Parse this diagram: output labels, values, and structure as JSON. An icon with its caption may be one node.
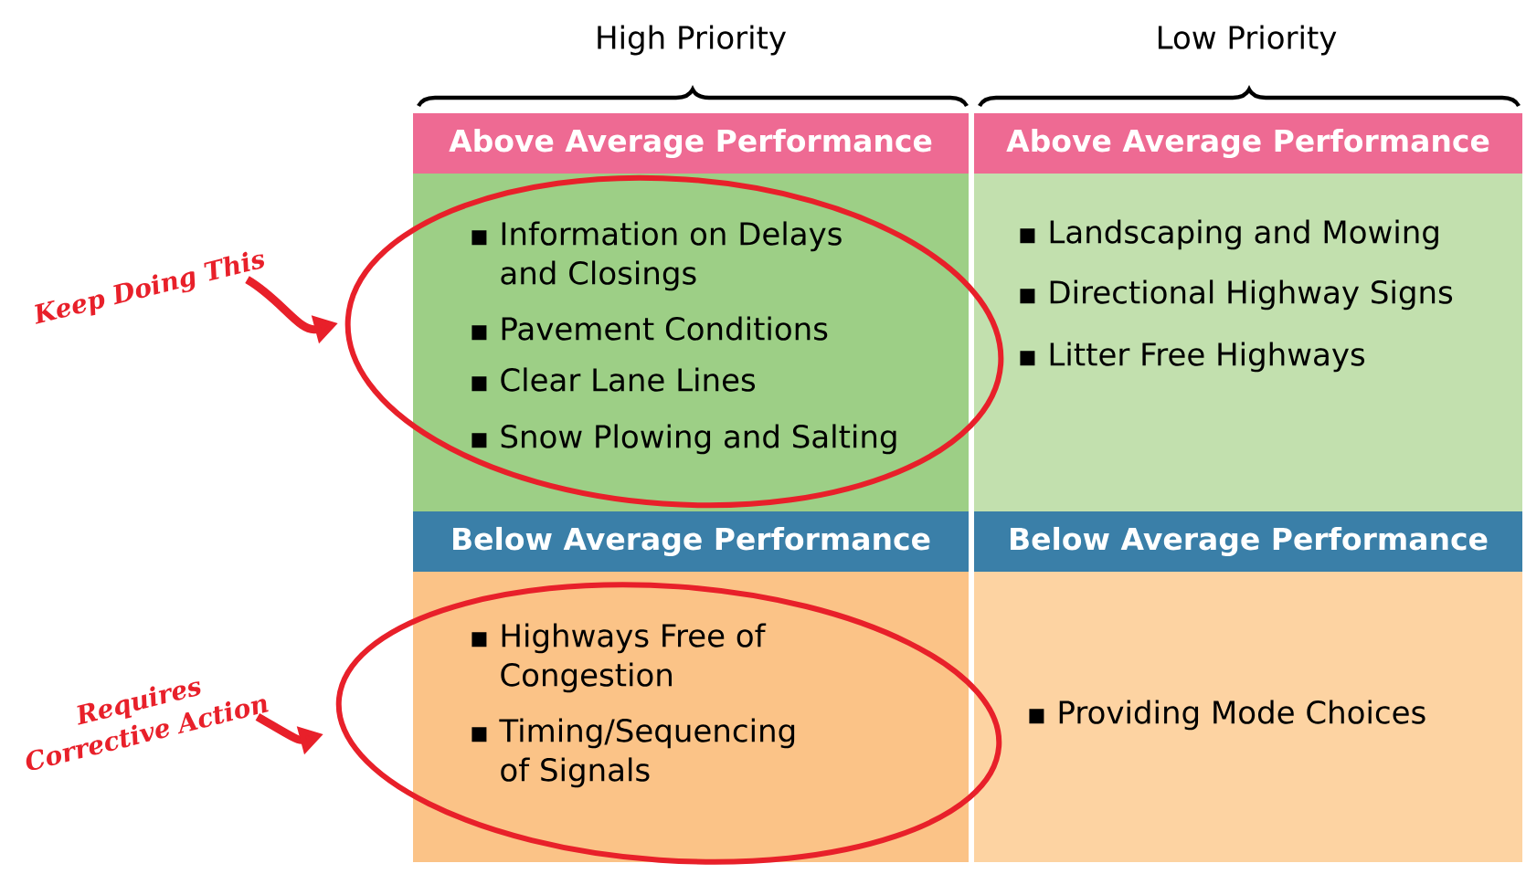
{
  "diagram": {
    "nodes": [
      {
        "text": [
          "Above Average Performance",
          "Information on Delays and Closings",
          "Pavement Conditions",
          "Clear Lane Lines",
          "Snow Plowing and Salting"
        ]
      },
      {
        "text": [
          "Above Average Performance",
          "Landscaping and Mowing",
          "Directional Highway Signs",
          "Litter Free Highways"
        ]
      },
      {
        "text": [
          "Below Average Performance",
          "Highways Free of Congestion",
          "Timing/Sequencing of Signals"
        ]
      },
      {
        "text": [
          "Below Average Performance",
          "Providing Mode Choices"
        ]
      },
      {
        "text": [
          "Keep Doing This"
        ]
      },
      {
        "text": [
          "Requires Corrective Action"
        ]
      }
    ],
    "edges": [
      {
        "from": 4,
        "to": null,
        "arrow": "to",
        "color": "#e8202a"
      },
      {
        "from": 5,
        "to": null,
        "arrow": "to",
        "color": "#e8202a"
      }
    ],
    "labels": [
      "High Priority",
      "Low Priority"
    ]
  }
}
